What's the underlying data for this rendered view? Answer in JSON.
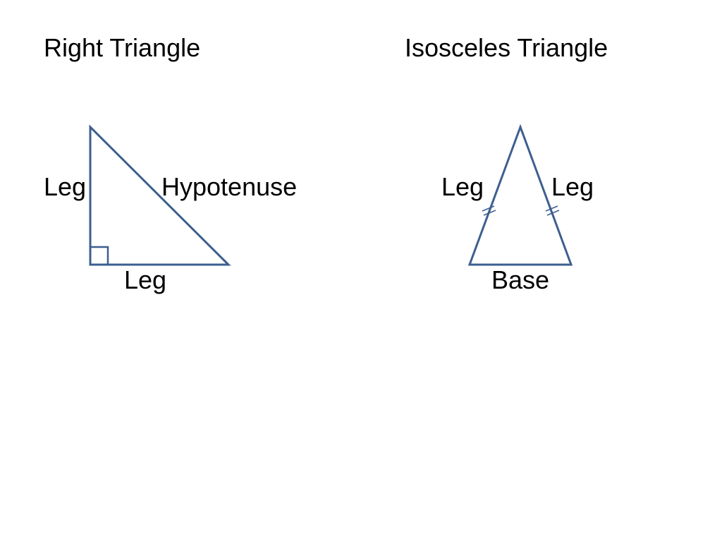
{
  "right_triangle": {
    "title": "Right Triangle",
    "leg_left_label": "Leg",
    "hypotenuse_label": "Hypotenuse",
    "leg_bottom_label": "Leg"
  },
  "isosceles_triangle": {
    "title": "Isosceles Triangle",
    "leg_left_label": "Leg",
    "leg_right_label": "Leg",
    "base_label": "Base"
  },
  "colors": {
    "stroke": "#3d5f8f",
    "text": "#000000",
    "background": "#ffffff"
  }
}
